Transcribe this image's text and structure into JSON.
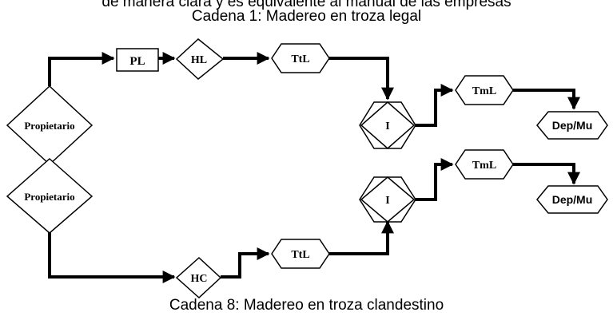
{
  "top_cut_text": "de manera clara y es equivalente al manual de las empresas",
  "chain1": {
    "title": "Cadena 1: Madereo en troza legal",
    "nodes": {
      "propietario": "Propietario",
      "pl": "PL",
      "hl": "HL",
      "ttl": "TtL",
      "i": "I",
      "tml": "TmL",
      "depmu": "Dep/Mu"
    }
  },
  "chain8": {
    "title": "Cadena 8: Madereo en troza clandestino",
    "nodes": {
      "propietario": "Propietario",
      "hc": "HC",
      "ttl": "TtL",
      "i": "I",
      "tml": "TmL",
      "depmu": "Dep/Mu"
    }
  }
}
